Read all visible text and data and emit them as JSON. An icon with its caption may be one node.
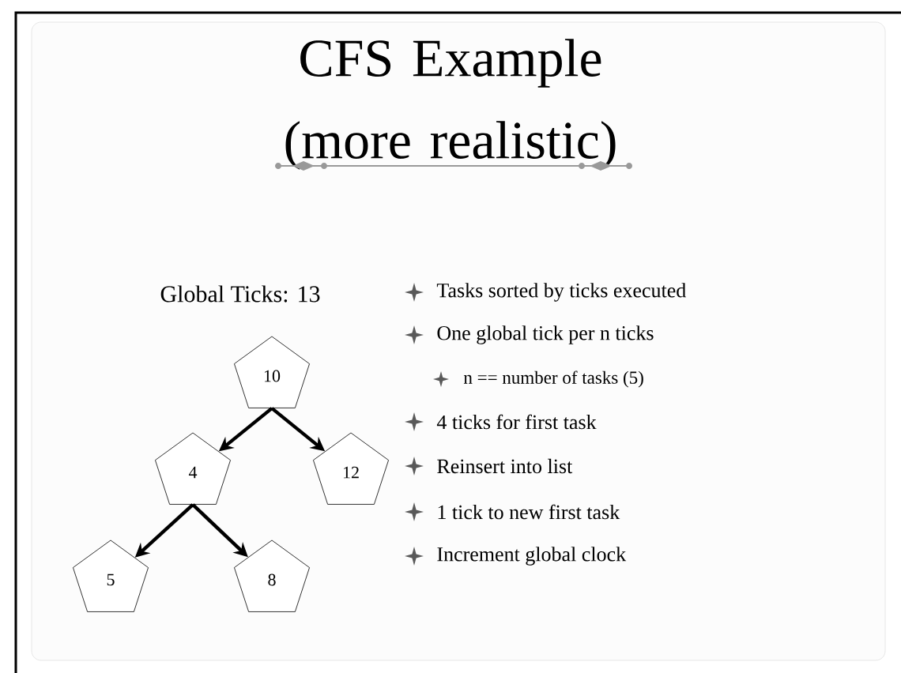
{
  "diagram": {
    "title": "CFS Example (more realistic)",
    "nodes": [
      {
        "text": [
          "10"
        ]
      },
      {
        "text": [
          "4"
        ]
      },
      {
        "text": [
          "12"
        ]
      },
      {
        "text": [
          "5"
        ]
      },
      {
        "text": [
          "8"
        ]
      }
    ],
    "edges": [
      {
        "from": 0,
        "to": 1,
        "arrow": "to"
      },
      {
        "from": 0,
        "to": 2,
        "arrow": "to"
      },
      {
        "from": 1,
        "to": 3,
        "arrow": "to"
      },
      {
        "from": 1,
        "to": 4,
        "arrow": "to"
      }
    ],
    "labels": [
      "Global Ticks: 13",
      "Tasks sorted by ticks executed",
      "One global tick per n ticks",
      "n == number of tasks (5)",
      "4 ticks for first task",
      "Reinsert into list",
      "1 tick to new first task",
      "Increment global clock"
    ]
  }
}
